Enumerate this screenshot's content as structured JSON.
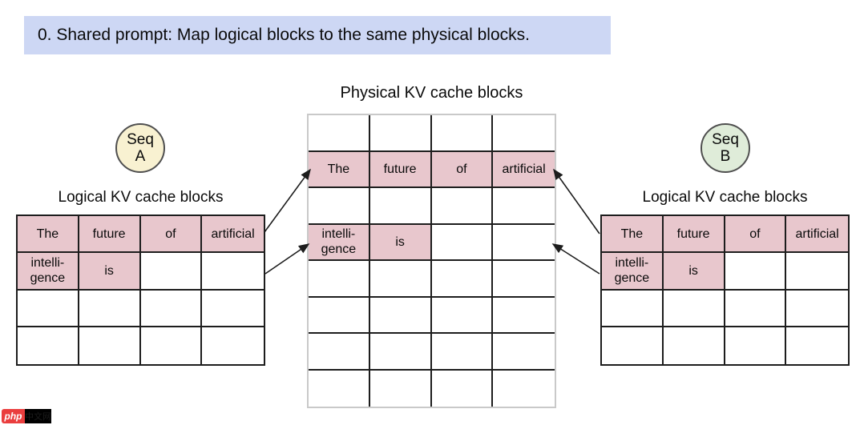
{
  "banner": {
    "text": "0. Shared prompt: Map logical blocks to the same physical blocks."
  },
  "physical_table": {
    "title": "Physical KV cache blocks",
    "grid": [
      [
        "",
        "",
        "",
        ""
      ],
      [
        "The",
        "future",
        "of",
        "artificial"
      ],
      [
        "",
        "",
        "",
        ""
      ],
      [
        "intelli-\ngence",
        "is",
        "",
        ""
      ],
      [
        "",
        "",
        "",
        ""
      ],
      [
        "",
        "",
        "",
        ""
      ],
      [
        "",
        "",
        "",
        ""
      ],
      [
        "",
        "",
        "",
        ""
      ]
    ],
    "highlight": [
      [
        1,
        0
      ],
      [
        1,
        1
      ],
      [
        1,
        2
      ],
      [
        1,
        3
      ],
      [
        3,
        0
      ],
      [
        3,
        1
      ]
    ]
  },
  "sequence_a": {
    "badge": "Seq\nA",
    "label": "Logical KV cache blocks",
    "grid": [
      [
        "The",
        "future",
        "of",
        "artificial"
      ],
      [
        "intelli-\ngence",
        "is",
        "",
        ""
      ],
      [
        "",
        "",
        "",
        ""
      ],
      [
        "",
        "",
        "",
        ""
      ]
    ],
    "highlight": [
      [
        0,
        0
      ],
      [
        0,
        1
      ],
      [
        0,
        2
      ],
      [
        0,
        3
      ],
      [
        1,
        0
      ],
      [
        1,
        1
      ]
    ]
  },
  "sequence_b": {
    "badge": "Seq\nB",
    "label": "Logical KV cache blocks",
    "grid": [
      [
        "The",
        "future",
        "of",
        "artificial"
      ],
      [
        "intelli-\ngence",
        "is",
        "",
        ""
      ],
      [
        "",
        "",
        "",
        ""
      ],
      [
        "",
        "",
        "",
        ""
      ]
    ],
    "highlight": [
      [
        0,
        0
      ],
      [
        0,
        1
      ],
      [
        0,
        2
      ],
      [
        0,
        3
      ],
      [
        1,
        0
      ],
      [
        1,
        1
      ]
    ]
  },
  "watermark": {
    "brand": "php",
    "suffix": "中文网"
  },
  "colors": {
    "banner_bg": "#cdd7f4",
    "cell_highlight": "#e8c7cd",
    "seq_a_fill": "#f8f1d1",
    "seq_b_fill": "#dfecd9",
    "table_line": "#1d1d1d",
    "physical_outer_border": "#c9c9c9",
    "watermark_red": "#ea3e3e"
  }
}
